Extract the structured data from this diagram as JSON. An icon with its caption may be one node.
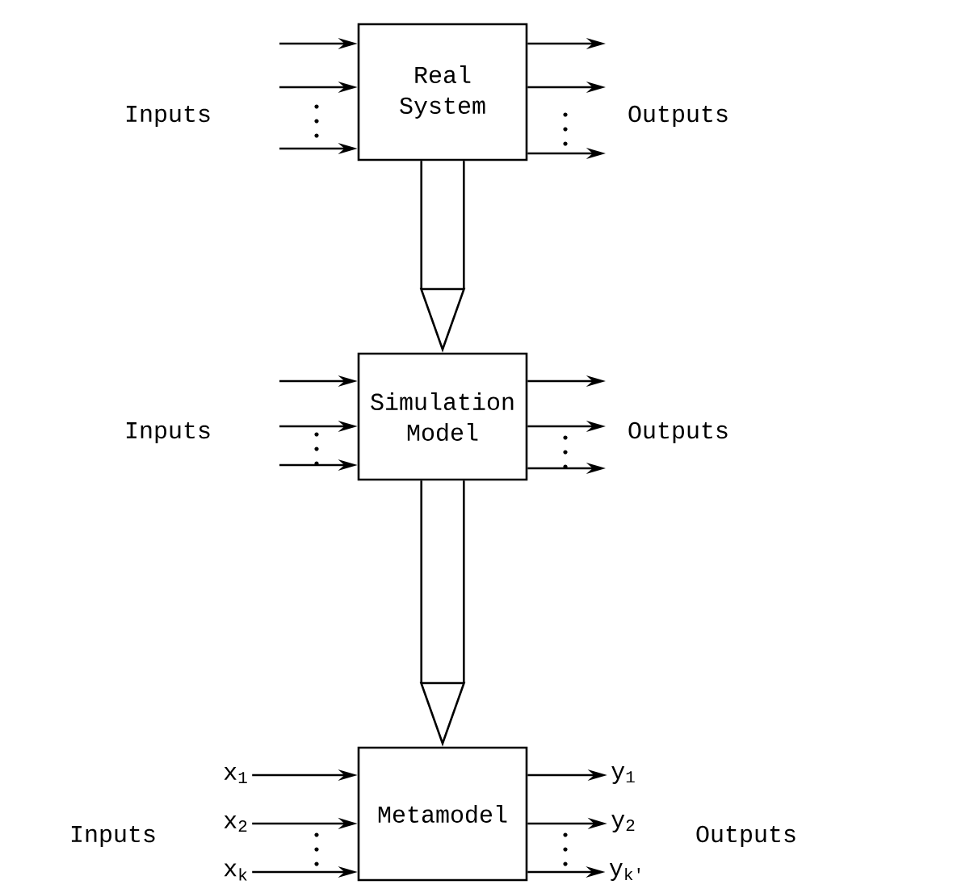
{
  "diagram": {
    "nodes": [
      {
        "text": [
          "Real System"
        ]
      },
      {
        "text": [
          "Simulation Model"
        ]
      },
      {
        "text": [
          "x$_{1}$"
        ]
      },
      {
        "text": [
          "x$_{2}$"
        ]
      },
      {
        "text": [
          "x$_{k}$"
        ]
      },
      {
        "text": [
          "Metamodel"
        ]
      },
      {
        "text": [
          "y$_{1}$"
        ]
      },
      {
        "text": [
          "y$_{2}$"
        ]
      },
      {
        "text": [
          "y$_{k'}$"
        ]
      }
    ],
    "edges": [
      {
        "from": null,
        "to": 0,
        "arrow": "to"
      },
      {
        "from": null,
        "to": 0,
        "arrow": "to"
      },
      {
        "from": null,
        "to": 0,
        "arrow": "to"
      },
      {
        "from": 0,
        "to": null,
        "arrow": "to"
      },
      {
        "from": 0,
        "to": null,
        "arrow": "to"
      },
      {
        "from": 0,
        "to": null,
        "arrow": "to"
      },
      {
        "from": 0,
        "to": 1,
        "arrow": "to",
        "style": "thick"
      },
      {
        "from": null,
        "to": 1,
        "arrow": "to"
      },
      {
        "from": null,
        "to": 1,
        "arrow": "to"
      },
      {
        "from": null,
        "to": 1,
        "arrow": "to"
      },
      {
        "from": 1,
        "to": null,
        "arrow": "to"
      },
      {
        "from": 1,
        "to": null,
        "arrow": "to"
      },
      {
        "from": 1,
        "to": null,
        "arrow": "to"
      },
      {
        "from": 1,
        "to": 5,
        "arrow": "to",
        "style": "thick"
      },
      {
        "from": 2,
        "to": 5,
        "arrow": "to"
      },
      {
        "from": 3,
        "to": 5,
        "arrow": "to"
      },
      {
        "from": 4,
        "to": 5,
        "arrow": "to"
      },
      {
        "from": 5,
        "to": 6,
        "arrow": "to"
      },
      {
        "from": 5,
        "to": 7,
        "arrow": "to"
      },
      {
        "from": 5,
        "to": 8,
        "arrow": "to"
      }
    ],
    "labels": [
      "Inputs",
      "Outputs",
      "Inputs",
      "Outputs",
      "Inputs",
      "Outputs"
    ]
  }
}
